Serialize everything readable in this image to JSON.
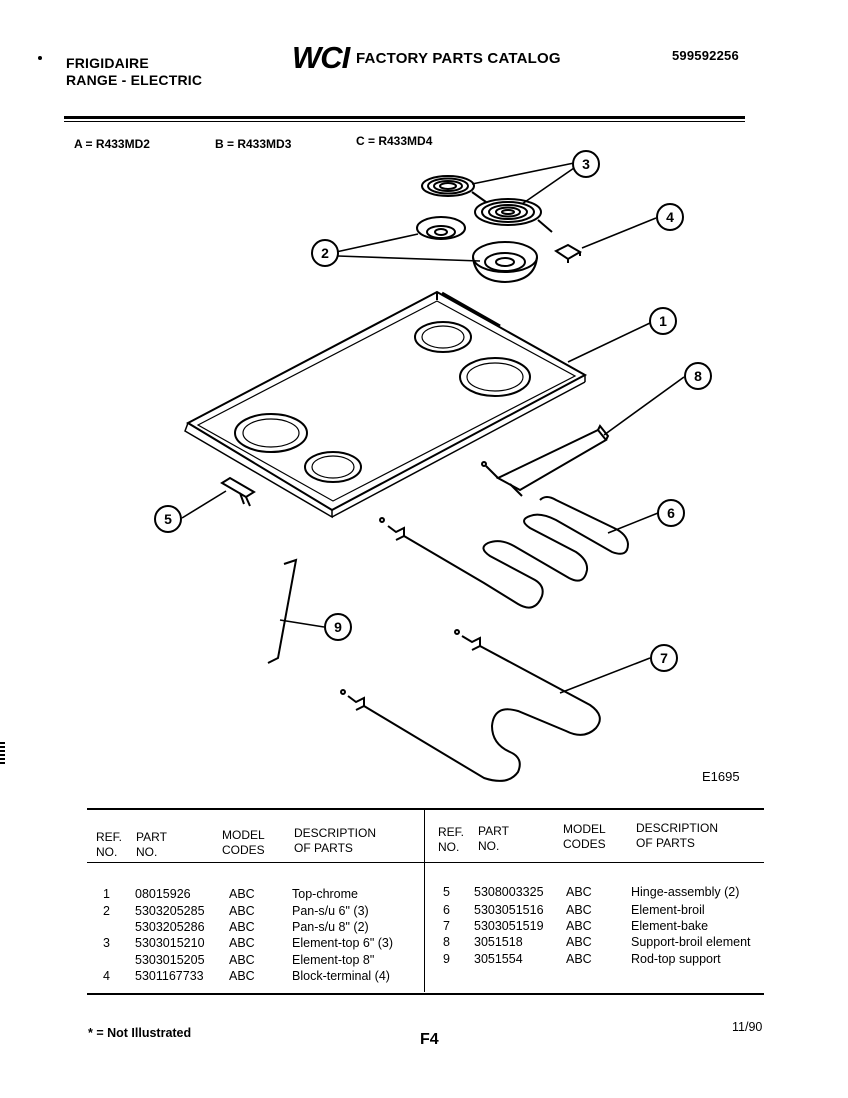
{
  "header": {
    "brand": "FRIGIDAIRE",
    "product": "RANGE - ELECTRIC",
    "logo": "WCI",
    "catalog_title": "FACTORY PARTS CATALOG",
    "catalog_number": "599592256"
  },
  "models": [
    {
      "code": "A",
      "model": "A = R433MD2"
    },
    {
      "code": "B",
      "model": "B = R433MD3"
    },
    {
      "code": "C",
      "model": "C = R433MD4"
    }
  ],
  "diagram": {
    "figure_id": "E1695",
    "callouts": [
      "1",
      "2",
      "3",
      "4",
      "5",
      "6",
      "7",
      "8",
      "9"
    ]
  },
  "table": {
    "headers": {
      "ref": [
        "REF.",
        "NO."
      ],
      "part": [
        "PART",
        "NO."
      ],
      "model": [
        "MODEL",
        "CODES"
      ],
      "desc": [
        "DESCRIPTION",
        "OF PARTS"
      ]
    },
    "left_rows": [
      {
        "ref": "1",
        "part": "08015926",
        "codes": "ABC",
        "desc": "Top-chrome"
      },
      {
        "ref": "2",
        "part": "5303205285",
        "codes": "ABC",
        "desc": "Pan-s/u 6\" (3)"
      },
      {
        "ref": "",
        "part": "5303205286",
        "codes": "ABC",
        "desc": "Pan-s/u 8\" (2)"
      },
      {
        "ref": "3",
        "part": "5303015210",
        "codes": "ABC",
        "desc": "Element-top 6\" (3)"
      },
      {
        "ref": "",
        "part": "5303015205",
        "codes": "ABC",
        "desc": "Element-top 8\""
      },
      {
        "ref": "4",
        "part": "5301167733",
        "codes": "ABC",
        "desc": "Block-terminal (4)"
      }
    ],
    "right_rows": [
      {
        "ref": "5",
        "part": "5308003325",
        "codes": "ABC",
        "desc": "Hinge-assembly (2)"
      },
      {
        "ref": "6",
        "part": "5303051516",
        "codes": "ABC",
        "desc": "Element-broil"
      },
      {
        "ref": "7",
        "part": "5303051519",
        "codes": "ABC",
        "desc": "Element-bake"
      },
      {
        "ref": "8",
        "part": "3051518",
        "codes": "ABC",
        "desc": "Support-broil element"
      },
      {
        "ref": "9",
        "part": "3051554",
        "codes": "ABC",
        "desc": "Rod-top support"
      }
    ]
  },
  "footer": {
    "note": "* = Not Illustrated",
    "page": "F4",
    "date": "11/90"
  }
}
